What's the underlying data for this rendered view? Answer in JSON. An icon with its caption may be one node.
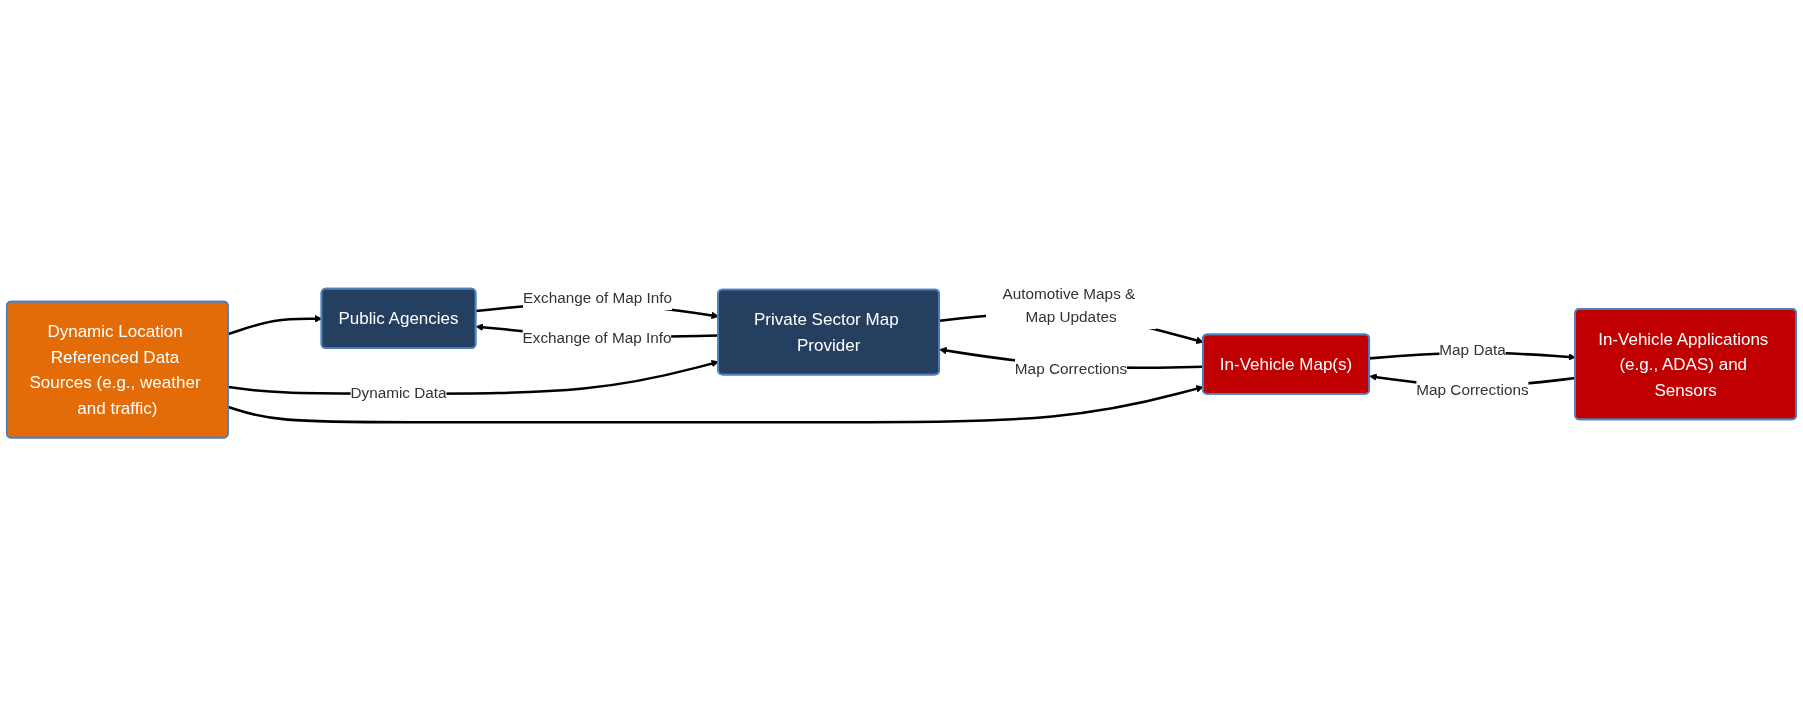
{
  "diagram": {
    "nodes": [
      {
        "text": [
          "Public Agencies"
        ]
      },
      {
        "text": [
          "Private Sector Map Provider"
        ]
      },
      {
        "text": [
          "In-Vehicle Map(s)"
        ]
      },
      {
        "text": [
          "Dynamic Location Referenced Data Sources (e.g., weather and traffic)"
        ]
      },
      {
        "text": [
          "In-Vehicle Applications (e.g., ADAS) and Sensors"
        ]
      }
    ],
    "edges": [
      {
        "from": 0,
        "to": 1,
        "arrow": "to",
        "label": "Exchange of Map Info"
      },
      {
        "from": 1,
        "to": 0,
        "arrow": "to",
        "label": "Exchange of Map Info"
      },
      {
        "from": 1,
        "to": 2,
        "arrow": "to",
        "label": "Automotive Maps & Map Updates"
      },
      {
        "from": 2,
        "to": 1,
        "arrow": "to",
        "label": "Map Corrections"
      },
      {
        "from": 3,
        "to": 0,
        "arrow": "to"
      },
      {
        "from": 3,
        "to": 1,
        "arrow": "to",
        "label": "Dynamic Data"
      },
      {
        "from": 3,
        "to": 2,
        "arrow": "to"
      },
      {
        "from": 2,
        "to": 4,
        "arrow": "to",
        "label": "Map Data"
      },
      {
        "from": 4,
        "to": 2,
        "arrow": "to",
        "label": "Map Corrections"
      }
    ]
  }
}
